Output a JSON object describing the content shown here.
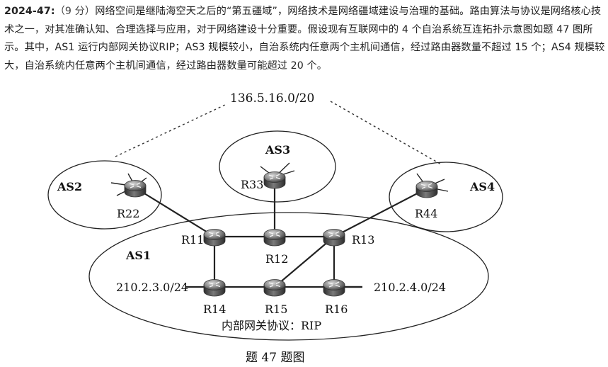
{
  "question": {
    "number": "2024-47:",
    "score": "（9 分）",
    "text": "网络空间是继陆海空天之后的“第五疆域”，网络技术是网络疆域建设与治理的基础。路由算法与协议是网络核心技术之一，对其准确认知、合理选择与应用，对于网络建设十分重要。假设现有互联网中的 4 个自治系统互连拓扑示意图如题 47 图所示。其中，AS1 运行内部网关协议RIP；AS3 规模较小，自治系统内任意两个主机间通信，经过路由器数量不超过 15 个；AS4 规模较大，自治系统内任意两个主机间通信，经过路由器数量可能超过 20 个。"
  },
  "figure": {
    "prefix": "136.5.16.0/20",
    "as_labels": {
      "as1": "AS1",
      "as2": "AS2",
      "as3": "AS3",
      "as4": "AS4"
    },
    "routers": {
      "r11": "R11",
      "r12": "R12",
      "r13": "R13",
      "r14": "R14",
      "r15": "R15",
      "r16": "R16",
      "r22": "R22",
      "r33": "R33",
      "r44": "R44"
    },
    "subnet_left": "210.2.3.0/24",
    "subnet_right": "210.2.4.0/24",
    "protocol": "内部网关协议：RIP",
    "caption": "题 47 题图"
  }
}
